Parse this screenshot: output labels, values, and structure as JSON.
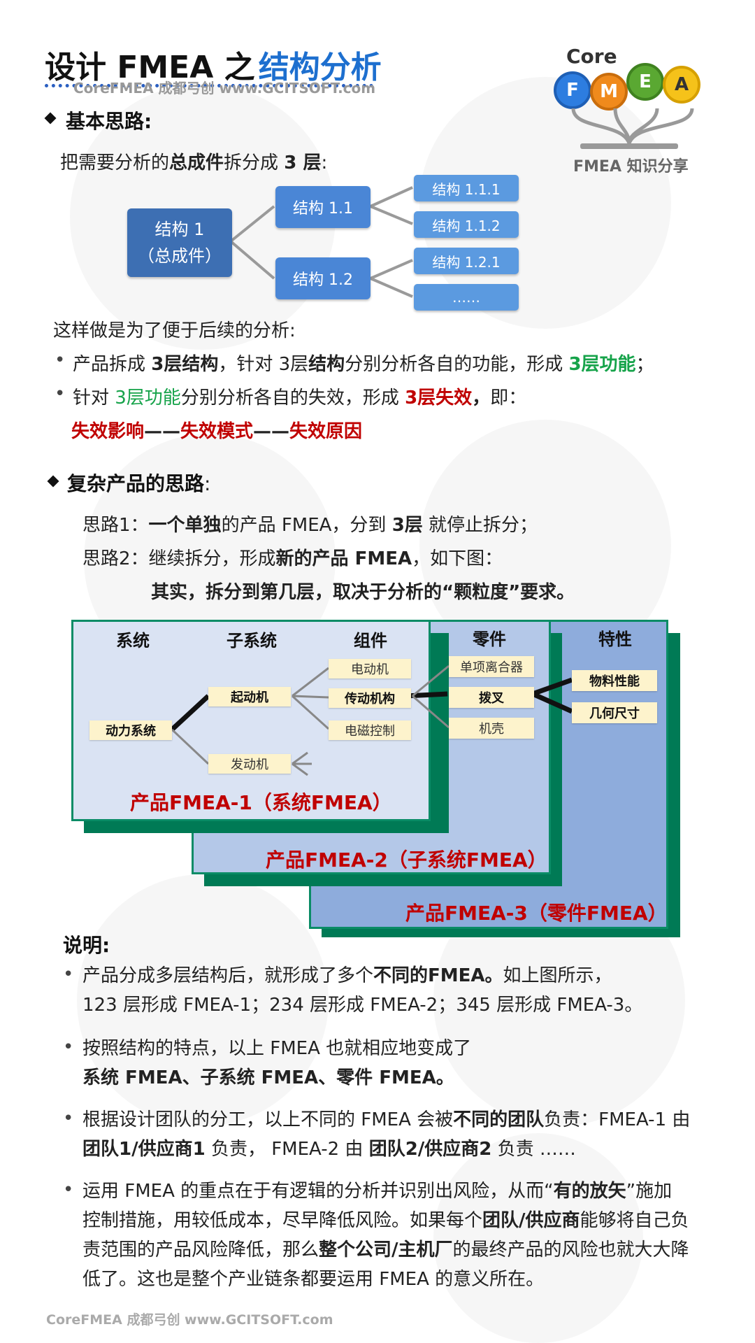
{
  "header": {
    "title_black": "设计 FMEA 之",
    "title_blue": "结构分析",
    "site_small": "CoreFMEA  成都弓创 www.GCITSOFT.com"
  },
  "logo": {
    "core": "Core",
    "letters": [
      "F",
      "M",
      "E",
      "A"
    ],
    "caption": "FMEA 知识分享",
    "colors": [
      "#2d7de0",
      "#f08a1c",
      "#5aa832",
      "#f5c21a"
    ]
  },
  "section1": {
    "heading": "基本思路:",
    "intro": [
      "把需要分析的",
      "总成件",
      "拆分成 ",
      "3 层",
      ":"
    ],
    "tree": {
      "root": [
        "结构 1",
        "（总成件）"
      ],
      "level2": [
        "结构 1.1",
        "结构 1.2"
      ],
      "level3": [
        "结构 1.1.1",
        "结构 1.1.2",
        "结构 1.2.1",
        "……"
      ]
    },
    "purpose": "这样做是为了便于后续的分析:",
    "bullet1": [
      "产品拆成 ",
      "3层结构",
      "，针对 3层",
      "结构",
      "分别分析各自的功能，形成 ",
      "3层功能",
      "；"
    ],
    "bullet2": [
      "针对 ",
      "3层功能",
      "分别分析各自的失效，形成 ",
      "3层失效",
      "，",
      "即："
    ],
    "chain": [
      "失效影响",
      "——",
      "失效模式",
      "——",
      "失效原因"
    ]
  },
  "section2": {
    "heading": "复杂产品的思路",
    "heading_colon": ":",
    "idea1": [
      "思路1：",
      "一个单独",
      "的产品 FMEA，分到 ",
      "3层",
      " 就停止拆分；"
    ],
    "idea2": [
      "思路2：继续拆分，形成",
      "新的产品 FMEA",
      "，如下图："
    ],
    "note": "其实，拆分到第几层，取决于分析的“颗粒度”要求。"
  },
  "diagram": {
    "columns": [
      "系统",
      "子系统",
      "组件",
      "零件",
      "特性"
    ],
    "nodes": {
      "power": "动力系统",
      "starter": "起动机",
      "engine": "发动机",
      "motor": "电动机",
      "drive": "传动机构",
      "solenoid": "电磁控制",
      "clutch": "单项离合器",
      "fork": "拨叉",
      "housing": "机壳",
      "material": "物料性能",
      "geometry": "几何尺寸"
    },
    "fmea1": "产品FMEA-1（系统FMEA）",
    "fmea2": "产品FMEA-2（子系统FMEA）",
    "fmea3": "产品FMEA-3（零件FMEA）"
  },
  "explain": {
    "heading": "说明:",
    "b1": [
      "产品分成多层结构后，就形成了多个",
      "不同的FMEA。",
      "如上图所示，"
    ],
    "b1_line2": "123 层形成 FMEA-1；234 层形成 FMEA-2；345 层形成 FMEA-3。",
    "b2": "按照结构的特点，以上 FMEA 也就相应地变成了",
    "b2_line2": "系统 FMEA、子系统 FMEA、零件 FMEA。",
    "b3": [
      "根据设计团队的分工，以上不同的 FMEA 会被",
      "不同的团队",
      "负责：FMEA-1 由"
    ],
    "b3_line2": [
      "团队1/供应商1",
      " 负责， FMEA-2 由 ",
      "团队2/供应商2",
      " 负责 ……"
    ],
    "b4_l1": [
      "运用 FMEA 的重点在于有逻辑的分析并识别出风险，从而“",
      "有的放矢",
      "”施加"
    ],
    "b4_l2": [
      "控制措施，用较低成本，尽早降低风险。如果每个",
      "团队/供应商",
      "能够将自己负"
    ],
    "b4_l3": [
      "责范围的产品风险降低，那么",
      "整个公司/主机厂",
      "的最终产品的风险也就大大降"
    ],
    "b4_l4": "低了。这也是整个产业链条都要运用 FMEA 的意义所在。"
  },
  "footer": "CoreFMEA  成都弓创 www.GCITSOFT.com"
}
